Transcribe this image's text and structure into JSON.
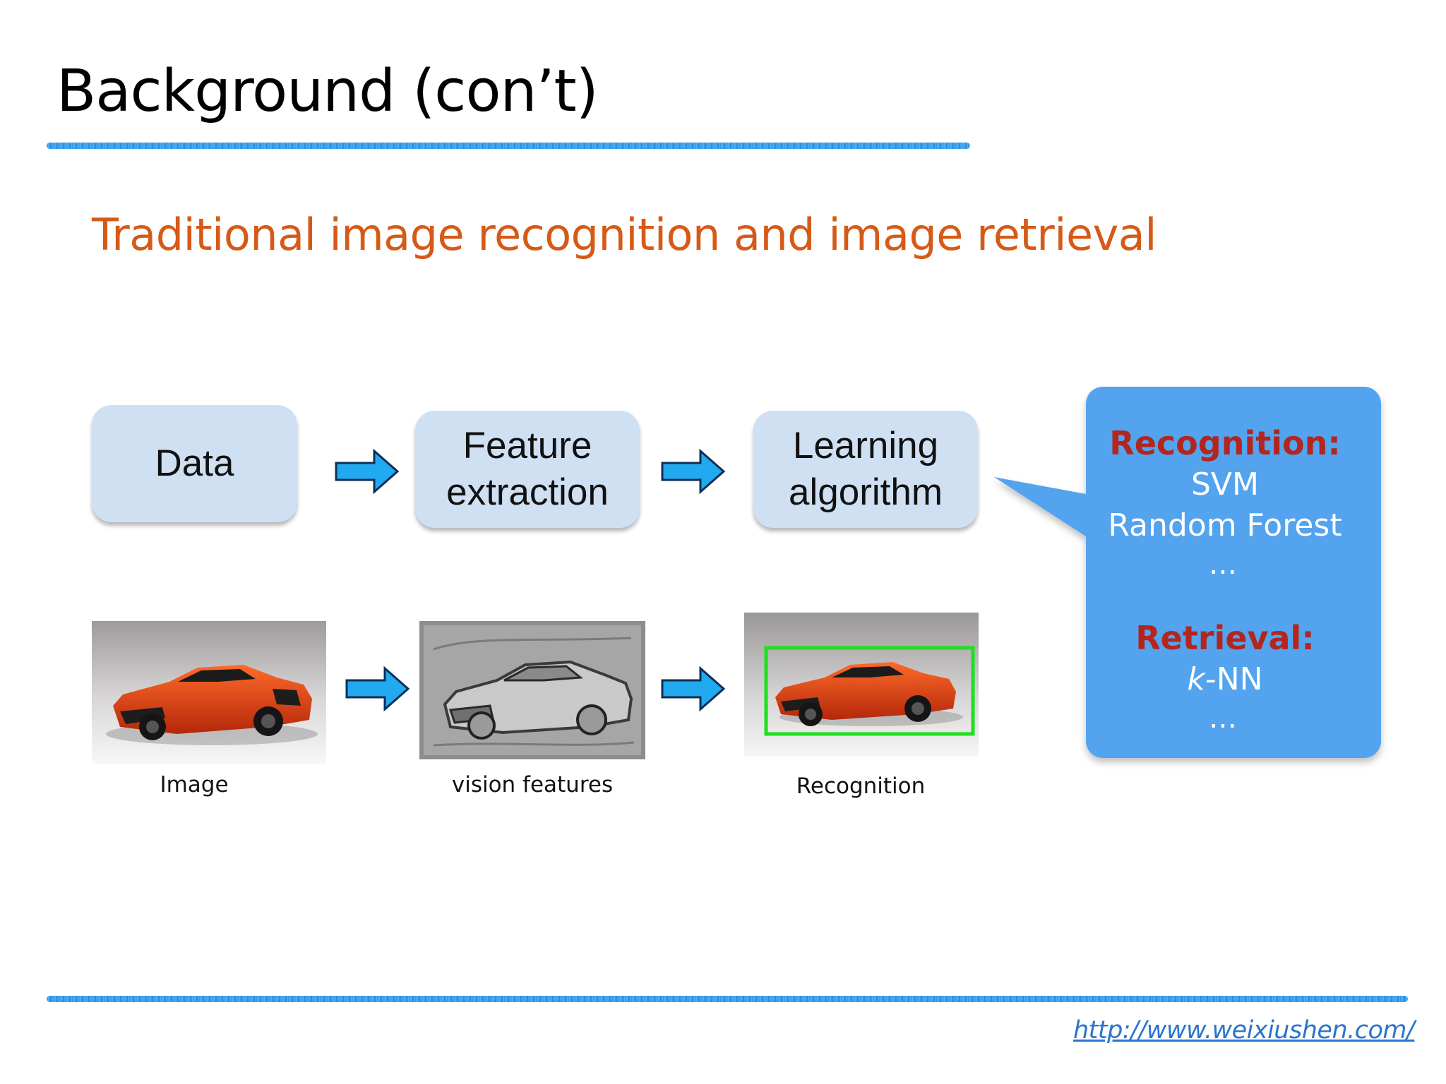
{
  "slide": {
    "title": "Background (con’t)",
    "subtitle": "Traditional image recognition and image retrieval",
    "url": "http://www.weixiushen.com/"
  },
  "pipeline": {
    "steps": [
      {
        "label": "Data"
      },
      {
        "label": "Feature\nextraction"
      },
      {
        "label": "Learning\nalgorithm"
      }
    ]
  },
  "callout": {
    "recognition_header": "Recognition:",
    "recognition_items": [
      "SVM",
      "Random Forest"
    ],
    "recognition_more": "…",
    "retrieval_header": "Retrieval:",
    "retrieval_item_italic": "k",
    "retrieval_item_rest": "-NN",
    "retrieval_more": "…"
  },
  "examples": {
    "captions": [
      "Image",
      "vision features",
      "Recognition"
    ]
  },
  "colors": {
    "title_accent": "#d65a17",
    "box_fill": "#cfe0f3",
    "arrow_fill": "#22aaf0",
    "callout_fill": "#53a3ee",
    "callout_header": "#b3261e",
    "bbox_green": "#1ee01e",
    "car_body": "#e2400f"
  }
}
